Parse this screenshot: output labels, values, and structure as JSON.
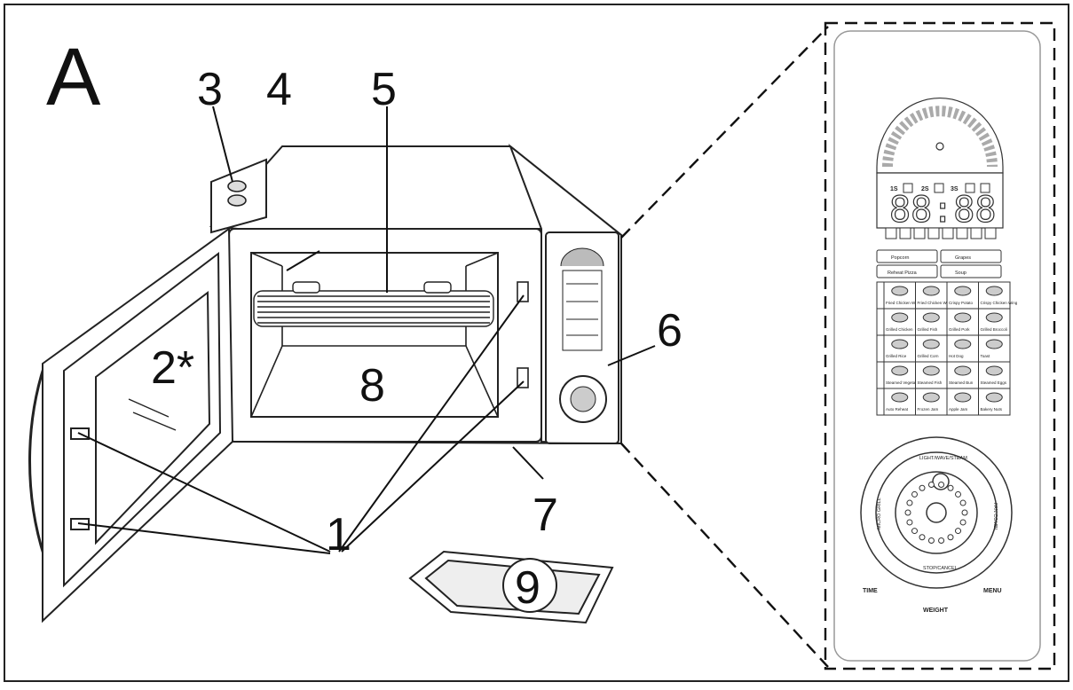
{
  "figure_letter": "A",
  "callouts": {
    "hinges": "1",
    "door_window": "2*",
    "vent": "3",
    "grill_element_left": "4",
    "grill_element": "5",
    "control_panel": "6",
    "cabinet_bottom": "7",
    "cavity": "8",
    "tray": "9"
  },
  "control_panel": {
    "display_digits": "88:88",
    "stage_labels": [
      "1S",
      "2S",
      "3S"
    ],
    "quick_buttons": [
      "Popcorn",
      "Grapes",
      "Reheat Pizza",
      "Soup"
    ],
    "menu_grid": [
      [
        "Fried Chicken Wing",
        "Fried Chicken Wing",
        "Crispy Potato",
        "Crispy Chicken Wing"
      ],
      [
        "Grilled Chicken",
        "Grilled Fish",
        "Grilled Pork",
        "Grilled Broccoli"
      ],
      [
        "Grilled Rice",
        "Grilled Corn",
        "Hot Dog",
        "Toast"
      ],
      [
        "Steamed Vegetables",
        "Steamed Fish",
        "Steamed Bun",
        "Steamed Eggs"
      ],
      [
        "Auto Reheat",
        "Frozen Jam",
        "Apple Jam",
        "Bakery Nuts"
      ]
    ],
    "dial": {
      "top_button": "LIGHT/WAVE/STEAM",
      "bottom_button": "STOP/CANCEL",
      "left_button": "MICRO GRILL",
      "right_button": "FAN COMBI",
      "left_label": "TIME",
      "right_label": "MENU",
      "bottom_label": "WEIGHT"
    }
  }
}
